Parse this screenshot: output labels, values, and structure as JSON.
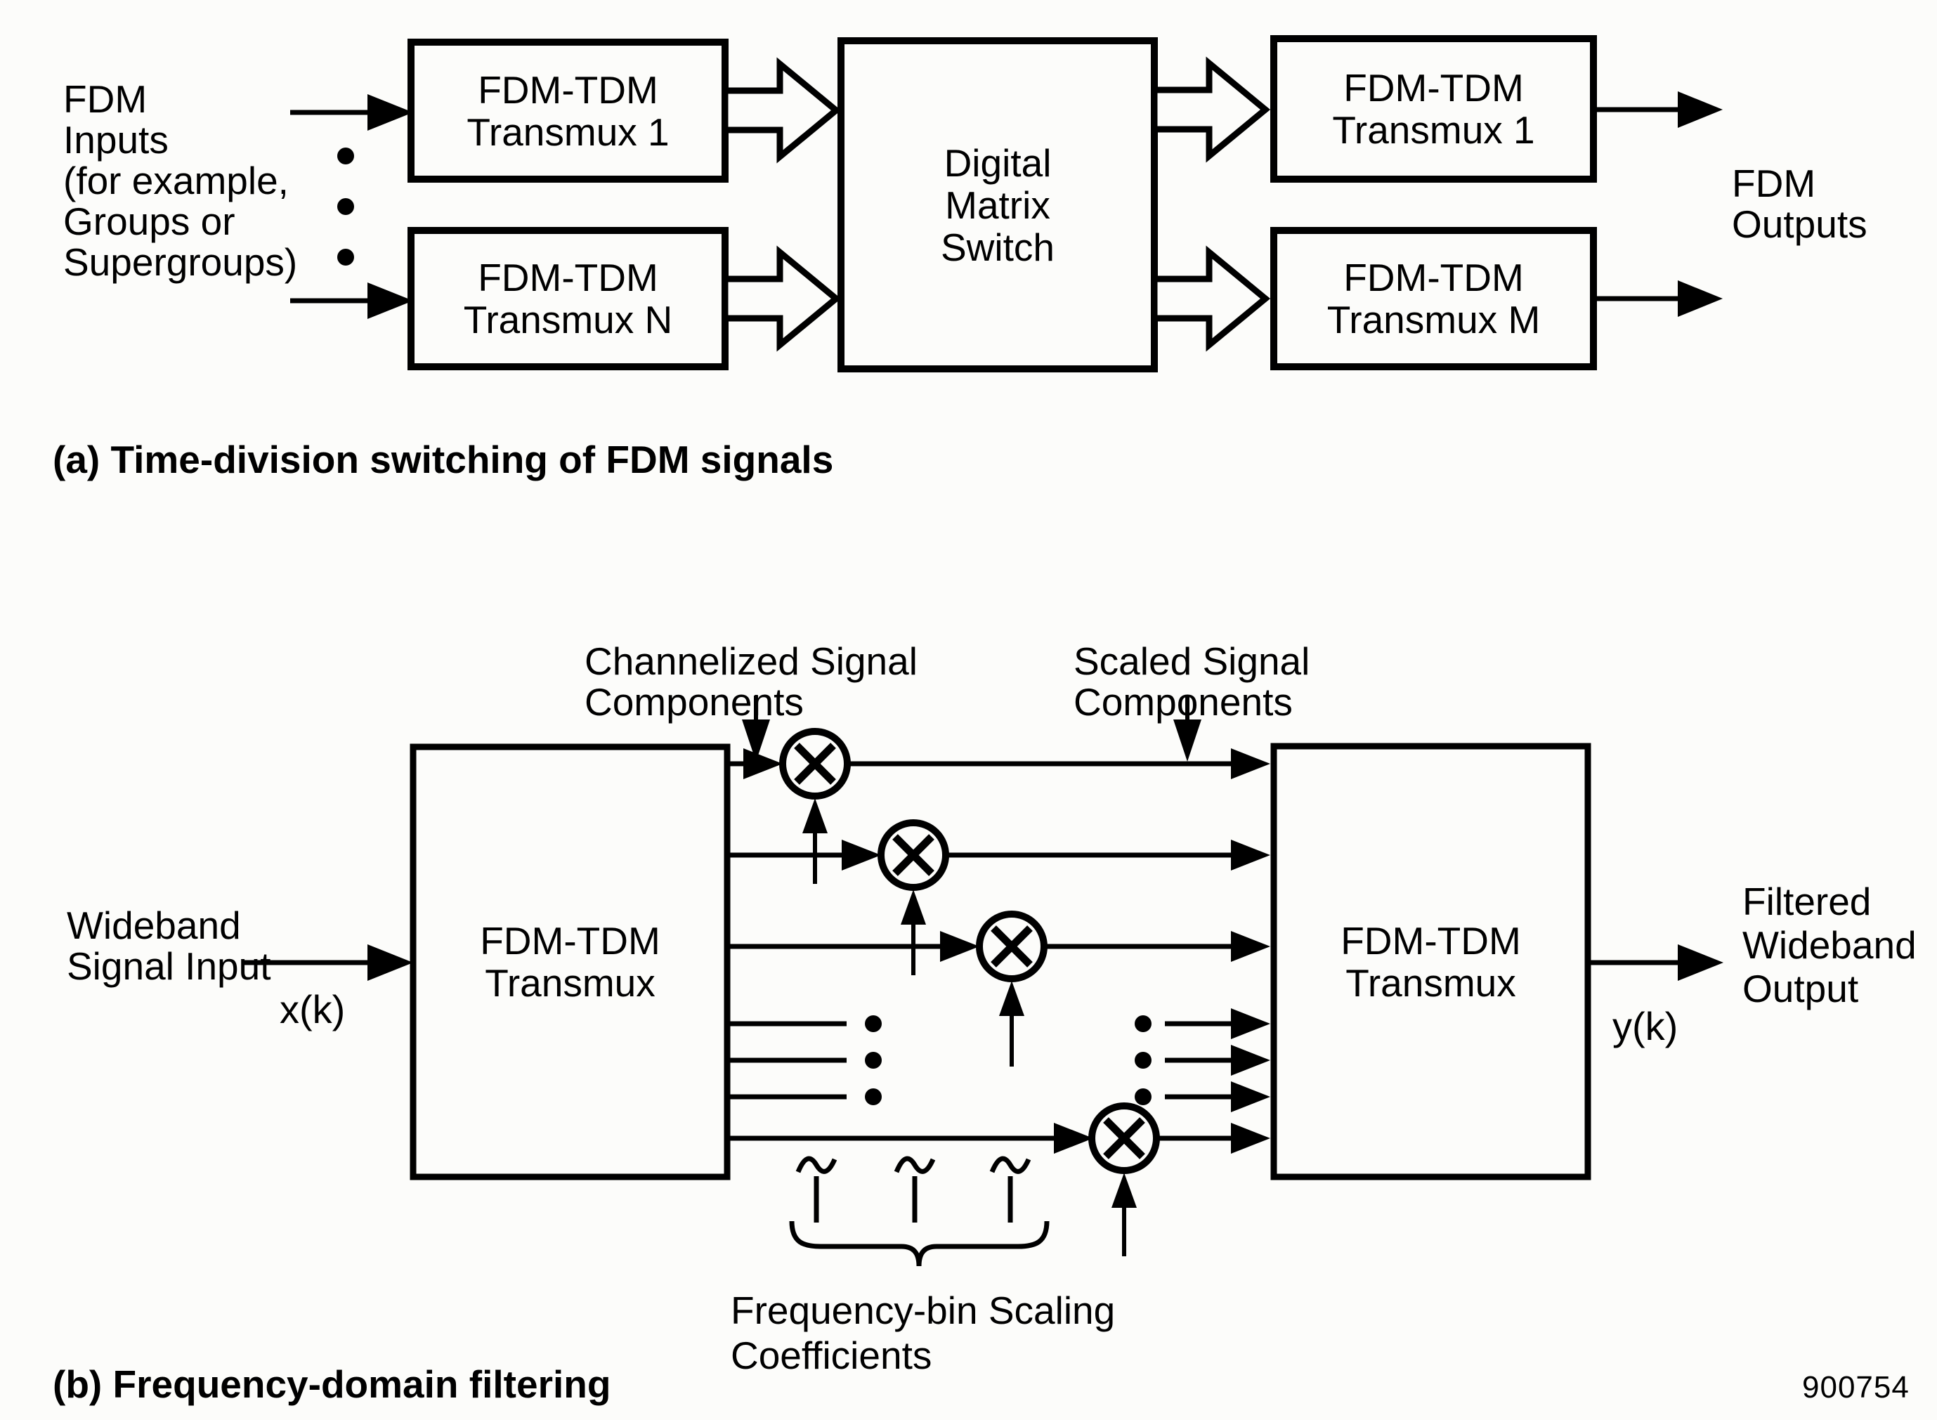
{
  "colors": {
    "ink": "#000000",
    "paper": "#fcfcfa"
  },
  "part_a": {
    "caption": "(a) Time-division switching of FDM signals",
    "input_label": [
      "FDM",
      "Inputs",
      "(for example,",
      "Groups or",
      "Supergroups)"
    ],
    "transmux_in_top": [
      "FDM-TDM",
      "Transmux 1"
    ],
    "transmux_in_bottom": [
      "FDM-TDM",
      "Transmux N"
    ],
    "switch": [
      "Digital",
      "Matrix",
      "Switch"
    ],
    "transmux_out_top": [
      "FDM-TDM",
      "Transmux 1"
    ],
    "transmux_out_bottom": [
      "FDM-TDM",
      "Transmux M"
    ],
    "output_label": [
      "FDM",
      "Outputs"
    ]
  },
  "part_b": {
    "caption": "(b) Frequency-domain filtering",
    "input_label": [
      "Wideband",
      "Signal Input"
    ],
    "input_signal": "x(k)",
    "transmux_left": [
      "FDM-TDM",
      "Transmux"
    ],
    "transmux_right": [
      "FDM-TDM",
      "Transmux"
    ],
    "channelized_label": [
      "Channelized Signal",
      "Components"
    ],
    "scaled_label": [
      "Scaled Signal",
      "Components"
    ],
    "coefficients_label": [
      "Frequency-bin Scaling",
      "Coefficients"
    ],
    "output_signal": "y(k)",
    "output_label": [
      "Filtered",
      "Wideband",
      "Output"
    ]
  },
  "icons": {
    "multiplier": "circled-x",
    "continuation": "vertical-ellipsis",
    "break": "tilde"
  },
  "figure_number": "900754"
}
